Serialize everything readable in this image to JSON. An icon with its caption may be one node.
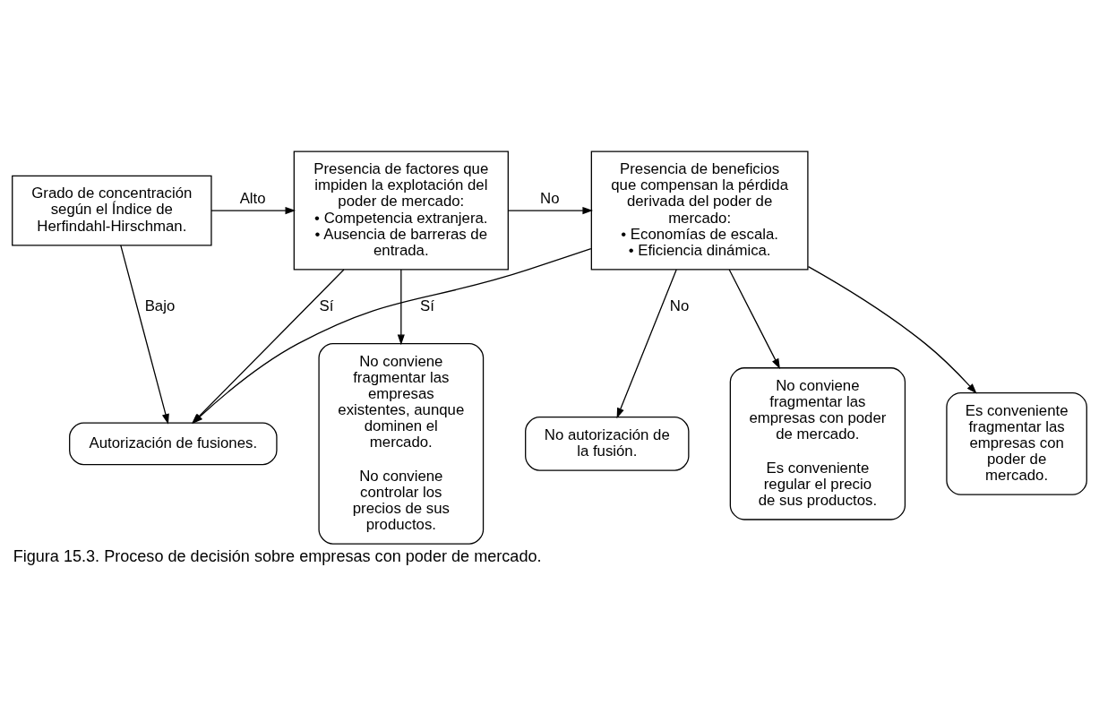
{
  "diagram": {
    "caption": "Figura 15.3. Proceso de decisión sobre empresas con poder de mercado.",
    "nodes": [
      {
        "text": [
          "Grado de concentración según el Índice de Herfindahl-Hirschman."
        ]
      },
      {
        "text": [
          "Presencia de factores que impiden la explotación del poder de mercado:",
          "• Competencia extranjera.",
          "• Ausencia de barreras de entrada."
        ]
      },
      {
        "text": [
          "Presencia de beneficios que compensan la pérdida derivada del poder de mercado:",
          "• Economías de escala.",
          "• Eficiencia dinámica."
        ]
      },
      {
        "text": [
          "Autorización de fusiones."
        ]
      },
      {
        "text": [
          "No autorización de la fusión."
        ]
      },
      {
        "text": [
          "No conviene fragmentar las empresas existentes, aunque dominen el mercado.",
          "No conviene controlar los precios de sus productos."
        ]
      },
      {
        "text": [
          "No conviene fragmentar las empresas con poder de mercado.",
          "Es conveniente regular el precio de sus productos."
        ]
      },
      {
        "text": [
          "Es conveniente fragmentar las empresas con poder de mercado."
        ]
      }
    ],
    "edges": [
      {
        "from": 0,
        "to": 1,
        "arrow": "to",
        "label": "Alto"
      },
      {
        "from": 0,
        "to": 3,
        "arrow": "to",
        "label": "Bajo"
      },
      {
        "from": 1,
        "to": 2,
        "arrow": "to",
        "label": "No"
      },
      {
        "from": 1,
        "to": 3,
        "arrow": "to",
        "label": "Sí"
      },
      {
        "from": 1,
        "to": 5,
        "arrow": "to"
      },
      {
        "from": 2,
        "to": 3,
        "arrow": "to",
        "label": "Sí"
      },
      {
        "from": 2,
        "to": 4,
        "arrow": "to",
        "label": "No"
      },
      {
        "from": 2,
        "to": 6,
        "arrow": "to"
      },
      {
        "from": 2,
        "to": 7,
        "arrow": "to"
      }
    ]
  }
}
